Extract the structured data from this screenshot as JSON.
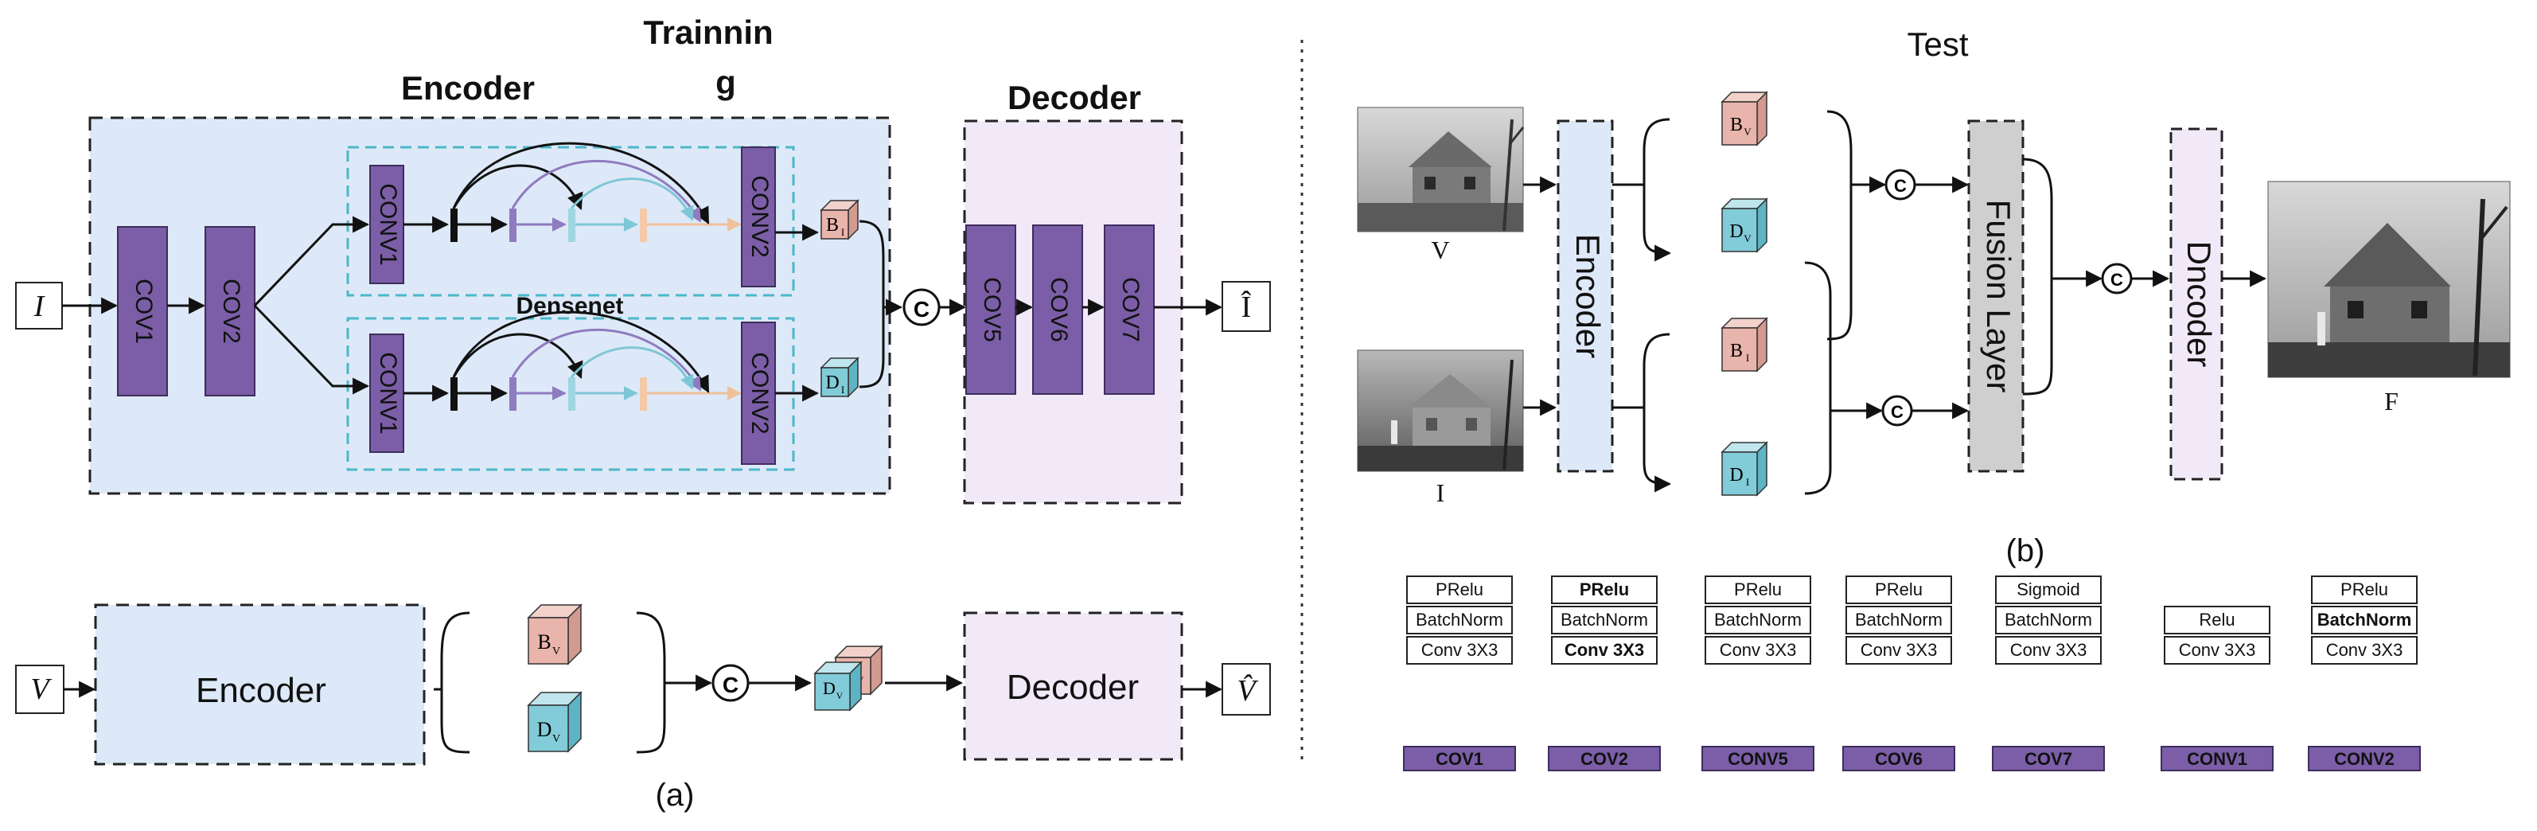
{
  "colors": {
    "encoder_bg": "#dde9f8",
    "decoder_bg": "#f1e9f8",
    "block_purple": "#7b5ea7",
    "densenet_border": "#4bb8c8",
    "base_cube": "#e9b4ab",
    "detail_cube": "#82cbd8",
    "fusion_gray": "#cfcfcf",
    "dashed": "#222222"
  },
  "training": {
    "title": "Trainnin\ng",
    "title_line1": "Trainnin",
    "title_line2": "g",
    "encoder_label": "Encoder",
    "decoder_label": "Decoder",
    "densenet_label": "Densenet",
    "input_label": "I",
    "output_label": "Î",
    "blocks": {
      "cov1": "COV1",
      "cov2": "COV2",
      "conv1_top": "CONV1",
      "conv2_top": "CONV2",
      "conv1_bottom": "CONV1",
      "conv2_bottom": "CONV2",
      "cov5": "COV5",
      "cov6": "COV6",
      "cov7": "COV7"
    },
    "cube_top_label": "B_I",
    "cube_top_main": "B",
    "cube_top_sub": "I",
    "cube_bottom_label": "D_I",
    "cube_bottom_main": "D",
    "cube_bottom_sub": "I",
    "concat_symbol": "C"
  },
  "lower_a": {
    "input_label": "V",
    "output_label": "V̂",
    "encoder_label": "Encoder",
    "decoder_label": "Decoder",
    "cube_base": "B_V",
    "cube_base_main": "B",
    "cube_base_sub": "V",
    "cube_detail": "D_V",
    "cube_detail_main": "D",
    "cube_detail_sub": "V",
    "concat_symbol": "C",
    "caption": "(a)"
  },
  "test": {
    "title": "Test",
    "encoder_label": "Encoder",
    "fusion_label": "Fusion Layer",
    "decoder_label": "Dncoder",
    "visible_image_caption": "V",
    "infrared_image_caption": "I",
    "fused_image_caption": "F",
    "cube_bv": "B_V",
    "cube_bv_main": "B",
    "cube_bv_sub": "V",
    "cube_dv": "D_V",
    "cube_dv_main": "D",
    "cube_dv_sub": "V",
    "cube_bi": "B_I",
    "cube_bi_main": "B",
    "cube_bi_sub": "I",
    "cube_di": "D_I",
    "cube_di_main": "D",
    "cube_di_sub": "I",
    "concat_symbol": "C",
    "caption": "(b)"
  },
  "legend": [
    {
      "stack": [
        "PRelu",
        "BatchNorm",
        "Conv 3X3"
      ],
      "name": "COV1",
      "bold": [
        false,
        false,
        false
      ]
    },
    {
      "stack": [
        "PRelu",
        "BatchNorm",
        "Conv 3X3"
      ],
      "name": "COV2",
      "bold": [
        true,
        false,
        true
      ]
    },
    {
      "stack": [
        "PRelu",
        "BatchNorm",
        "Conv 3X3"
      ],
      "name": "CONV5",
      "bold": [
        false,
        false,
        false
      ]
    },
    {
      "stack": [
        "PRelu",
        "BatchNorm",
        "Conv 3X3"
      ],
      "name": "COV6",
      "bold": [
        false,
        false,
        false
      ]
    },
    {
      "stack": [
        "Sigmoid",
        "BatchNorm",
        "Conv 3X3"
      ],
      "name": "COV7",
      "bold": [
        false,
        false,
        false
      ]
    },
    {
      "stack": [
        "Relu",
        "Conv 3X3"
      ],
      "name": "CONV1",
      "bold": [
        false,
        false
      ]
    },
    {
      "stack": [
        "PRelu",
        "BatchNorm",
        "Conv 3X3"
      ],
      "name": "CONV2",
      "bold": [
        false,
        true,
        false
      ]
    }
  ]
}
